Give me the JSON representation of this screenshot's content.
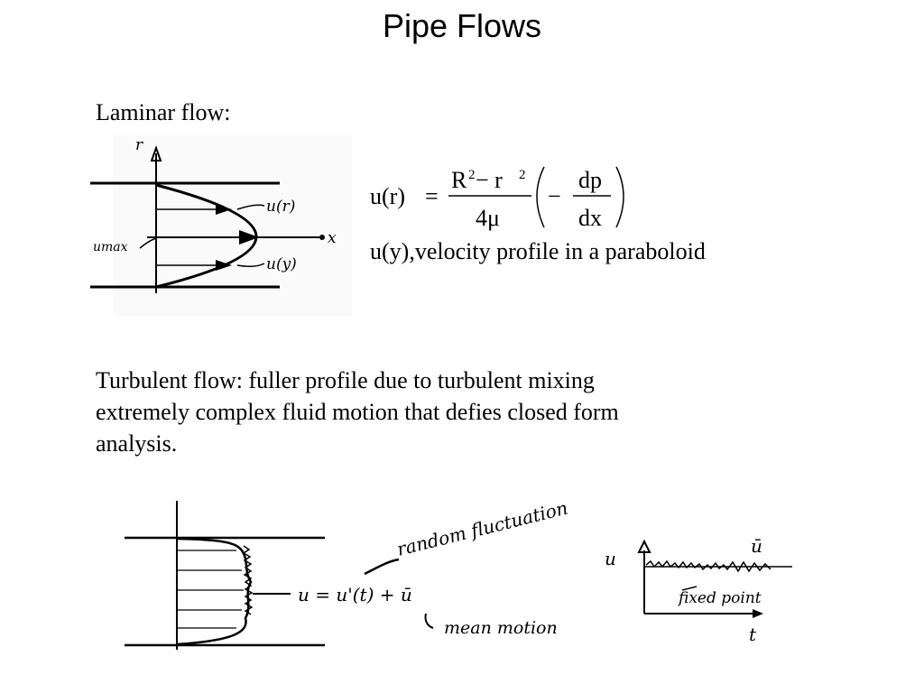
{
  "title": "Pipe Flows",
  "laminar": {
    "heading": "Laminar flow:",
    "equation": {
      "lhs": "u(r)",
      "equals": "=",
      "numerator": "R",
      "num_sup1": "2",
      "num_minus": " − r",
      "num_sup2": "2",
      "denominator": "4μ",
      "paren_minus": "−",
      "dp": "dp",
      "dx": "dx"
    },
    "caption": "u(y),velocity profile in a paraboloid",
    "sketch_labels": {
      "r_axis": "r",
      "x_axis": "x",
      "u_r": "u(r)",
      "u_y": "u(y)",
      "u_max": "umax"
    }
  },
  "turbulent": {
    "lines": [
      "Turbulent flow:  fuller profile due to turbulent mixing",
      "extremely complex fluid motion that defies closed form",
      "analysis."
    ],
    "sketch_labels": {
      "random_fluctuation": "random fluctuation",
      "decomposition": "u = u'(t) + ū",
      "mean_motion": "mean motion",
      "u_axis": "u",
      "u_bar": "ū",
      "fixed_point": "fixed point",
      "t_axis": "t"
    }
  }
}
